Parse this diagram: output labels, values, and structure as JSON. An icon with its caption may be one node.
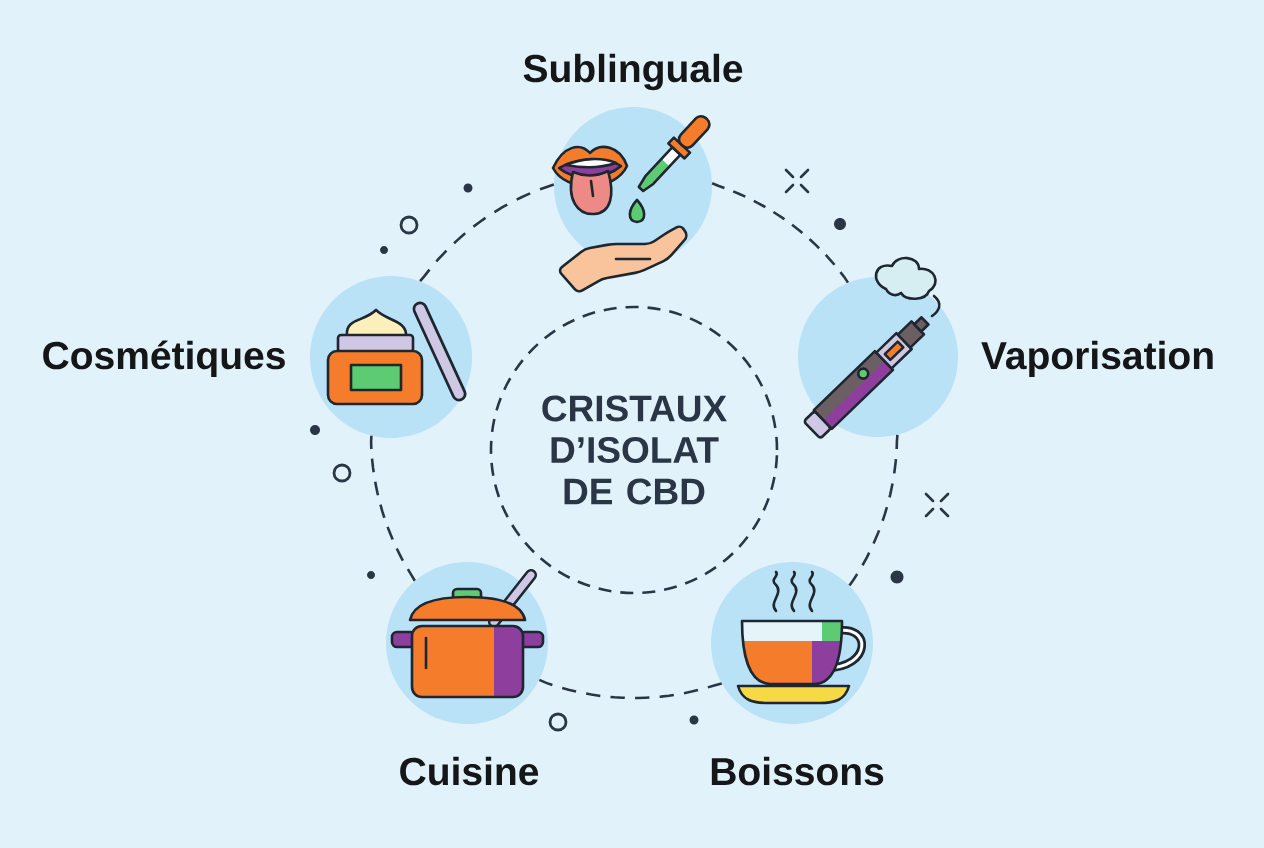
{
  "diagram": {
    "nodes": [
      {
        "text": [
          "CRISTAUX D’ISOLAT DE CBD"
        ]
      },
      {
        "text": [
          "Sublinguale"
        ]
      },
      {
        "text": [
          "Vaporisation"
        ]
      },
      {
        "text": [
          "Boissons"
        ]
      },
      {
        "text": [
          "Cuisine"
        ]
      },
      {
        "text": [
          "Cosmétiques"
        ]
      }
    ],
    "edges": [
      {
        "from": 1,
        "to": 2,
        "arrow": "none",
        "style": "dashed"
      },
      {
        "from": 2,
        "to": 3,
        "arrow": "none",
        "style": "dashed"
      },
      {
        "from": 3,
        "to": 4,
        "arrow": "none",
        "style": "dashed"
      },
      {
        "from": 4,
        "to": 5,
        "arrow": "none",
        "style": "dashed"
      },
      {
        "from": 5,
        "to": 1,
        "arrow": "none",
        "style": "dashed"
      }
    ]
  }
}
